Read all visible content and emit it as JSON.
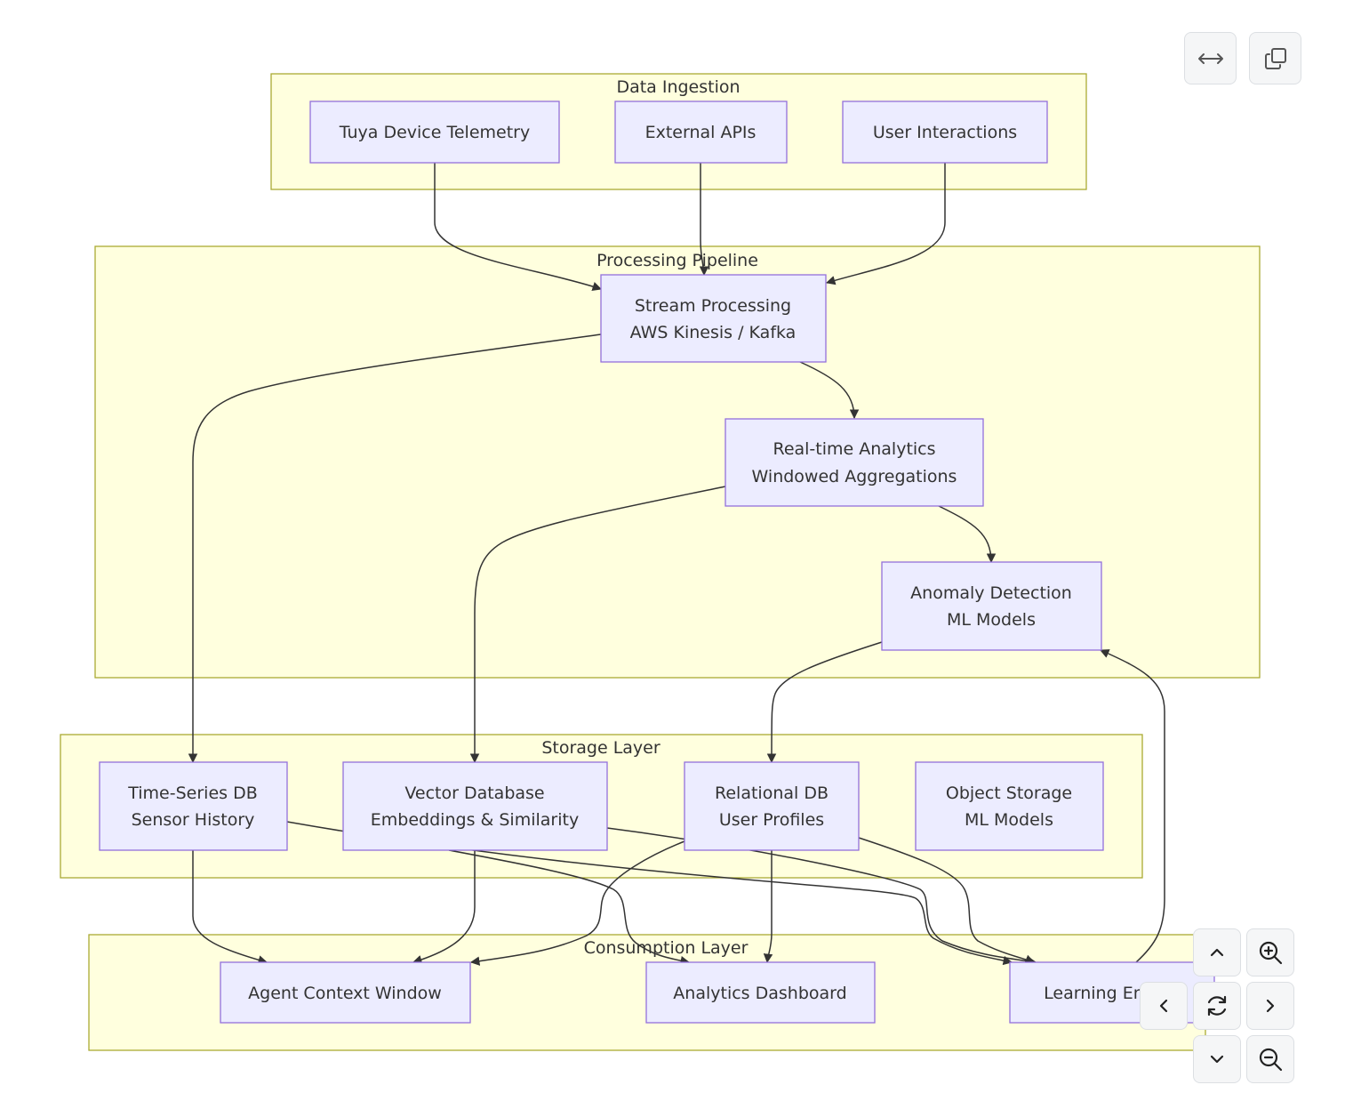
{
  "clusters": {
    "ingestion": {
      "title": "Data Ingestion"
    },
    "processing": {
      "title": "Processing Pipeline"
    },
    "storage": {
      "title": "Storage Layer"
    },
    "consumption": {
      "title": "Consumption Layer"
    }
  },
  "nodes": {
    "tuya": {
      "lines": [
        "Tuya Device Telemetry"
      ]
    },
    "apis": {
      "lines": [
        "External APIs"
      ]
    },
    "users": {
      "lines": [
        "User Interactions"
      ]
    },
    "stream": {
      "lines": [
        "Stream Processing",
        "AWS Kinesis / Kafka"
      ]
    },
    "analytics": {
      "lines": [
        "Real-time Analytics",
        "Windowed Aggregations"
      ]
    },
    "anomaly": {
      "lines": [
        "Anomaly Detection",
        "ML Models"
      ]
    },
    "tsdb": {
      "lines": [
        "Time-Series DB",
        "Sensor History"
      ]
    },
    "vector": {
      "lines": [
        "Vector Database",
        "Embeddings & Similarity"
      ]
    },
    "rdb": {
      "lines": [
        "Relational DB",
        "User Profiles"
      ]
    },
    "objstore": {
      "lines": [
        "Object Storage",
        "ML Models"
      ]
    },
    "agent": {
      "lines": [
        "Agent Context Window"
      ]
    },
    "dashboard": {
      "lines": [
        "Analytics Dashboard"
      ]
    },
    "learning": {
      "lines": [
        "Learning Engine"
      ]
    }
  },
  "edges": [
    {
      "from": "tuya",
      "to": "stream"
    },
    {
      "from": "apis",
      "to": "stream"
    },
    {
      "from": "users",
      "to": "stream"
    },
    {
      "from": "stream",
      "to": "analytics"
    },
    {
      "from": "stream",
      "to": "tsdb"
    },
    {
      "from": "analytics",
      "to": "anomaly"
    },
    {
      "from": "analytics",
      "to": "vector"
    },
    {
      "from": "anomaly",
      "to": "rdb"
    },
    {
      "from": "tsdb",
      "to": "agent"
    },
    {
      "from": "tsdb",
      "to": "learning"
    },
    {
      "from": "vector",
      "to": "agent"
    },
    {
      "from": "vector",
      "to": "dashboard"
    },
    {
      "from": "vector",
      "to": "learning"
    },
    {
      "from": "rdb",
      "to": "agent"
    },
    {
      "from": "rdb",
      "to": "dashboard"
    },
    {
      "from": "rdb",
      "to": "learning"
    },
    {
      "from": "learning",
      "to": "anomaly"
    }
  ],
  "colors": {
    "cluster_fill": "#ffffde",
    "cluster_stroke": "#aaaa33",
    "node_fill": "#ececff",
    "node_stroke": "#9370db",
    "edge": "#333333"
  },
  "controls": {
    "top": [
      "expand-horizontal-icon",
      "copy-icon"
    ],
    "navigation": [
      "chevron-up-icon",
      "zoom-in-icon",
      "chevron-left-icon",
      "reset-icon",
      "chevron-right-icon",
      "chevron-down-icon",
      "zoom-out-icon"
    ]
  }
}
